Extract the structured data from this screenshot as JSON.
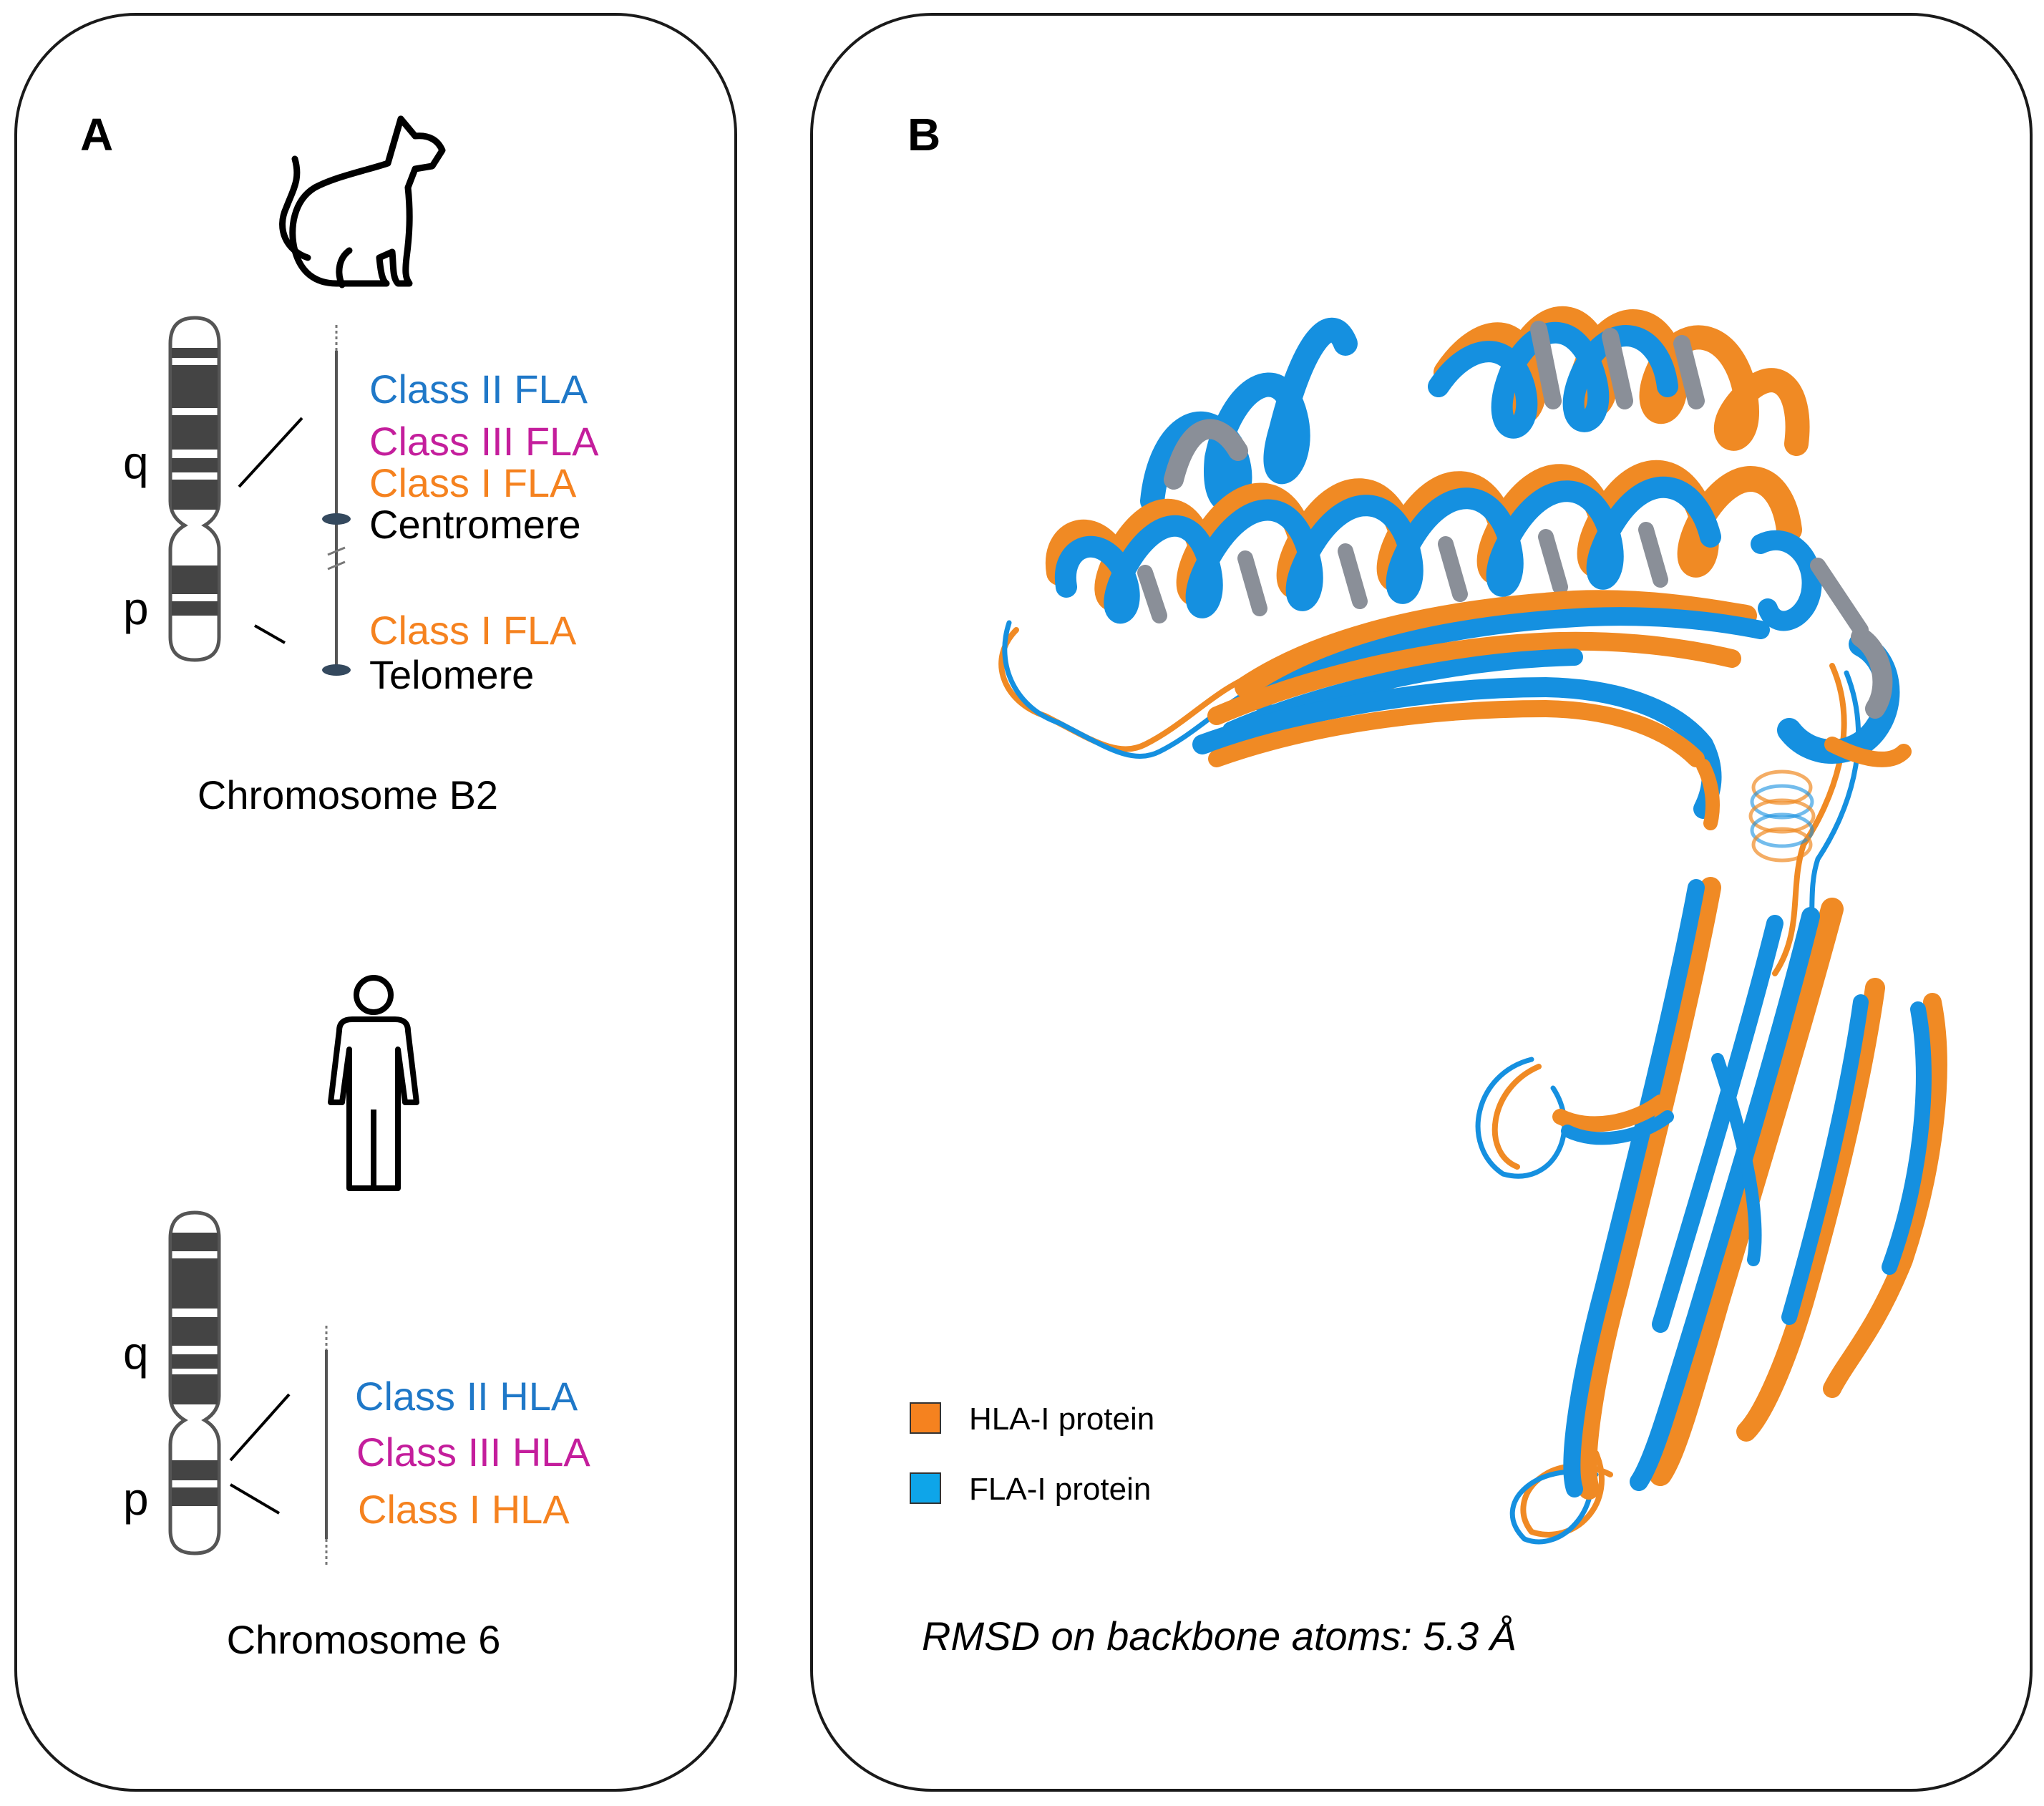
{
  "panel_a": {
    "label": "A",
    "cat": {
      "icon": "cat-icon",
      "chromosome_name": "Chromosome B2",
      "arm_q": "q",
      "arm_p": "p",
      "labels": {
        "class2": "Class II FLA",
        "class3": "Class III FLA",
        "class1_q": "Class I FLA",
        "centromere": "Centromere",
        "class1_p": "Class I FLA",
        "telomere": "Telomere"
      }
    },
    "human": {
      "icon": "human-icon",
      "chromosome_name": "Chromosome 6",
      "arm_q": "q",
      "arm_p": "p",
      "labels": {
        "class2": "Class II HLA",
        "class3": "Class III HLA",
        "class1": "Class I HLA"
      }
    }
  },
  "panel_b": {
    "label": "B",
    "legend": [
      {
        "label": "HLA-I protein",
        "color": "#f5821f"
      },
      {
        "label": "FLA-I protein",
        "color": "#0ea5e9"
      }
    ],
    "rmsd_text": "RMSD on backbone atoms: 5.3 Å"
  },
  "colors": {
    "class2": "#1f78c8",
    "class3": "#c41e9c",
    "class1": "#f5821f",
    "structure_blue": "#1590e0",
    "structure_orange": "#f08a24",
    "structure_gray": "#8a8f98"
  }
}
